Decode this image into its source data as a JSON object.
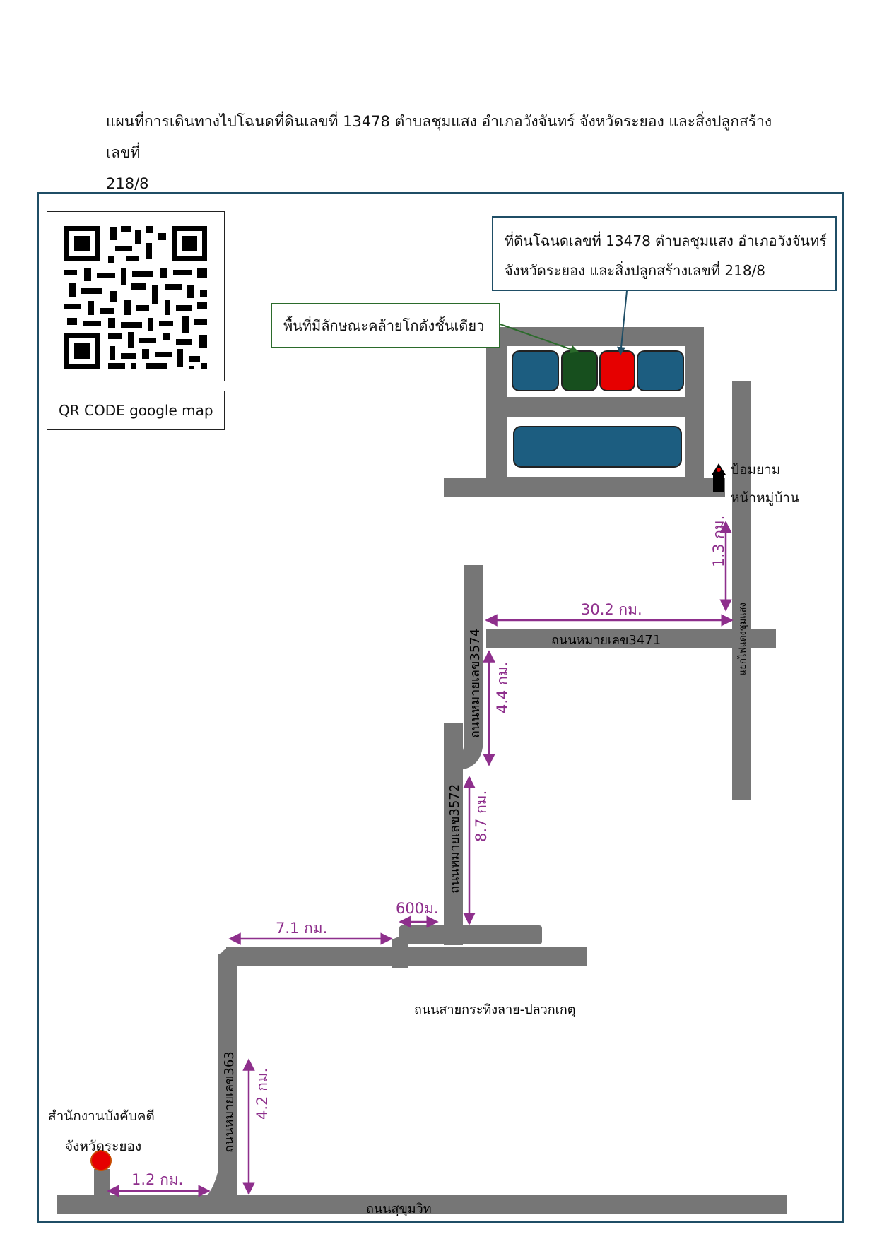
{
  "heading": {
    "line1": "แผนที่การเดินทางไปโฉนดที่ดินเลขที่ 13478 ตำบลชุมแสง อำเภอวังจันทร์ จังหวัดระยอง และสิ่งปลูกสร้าง เลขที่",
    "line2": "218/8"
  },
  "qr": {
    "caption": "QR CODE google map"
  },
  "callouts": {
    "target_line1": "ที่ดินโฉนดเลขที่ 13478 ตำบลชุมแสง อำเภอวังจันทร์",
    "target_line2": "จังหวัดระยอง และสิ่งปลูกสร้างเลขที่ 218/8",
    "similar_area": "พื้นที่มีลักษณะคล้ายโกดังชั้นเดียว"
  },
  "landmarks": {
    "station_line1": "ป้อมยาม",
    "station_line2": "หน้าหมู่บ้าน",
    "office_line1": "สำนักงานบังคับคดี",
    "office_line2": "จังหวัดระยอง"
  },
  "roads": {
    "road3471": "ถนนหมายเลข3471",
    "road3574": "ถนนหมายเลข3574",
    "road3572": "ถนนหมายเลข3572",
    "road363": "ถนนหมายเลข363",
    "krathing": "ถนนสายกระทิงลาย-ปลวกเกตุ",
    "sukhumvit": "ถนนสุขุมวิท",
    "chumsaeng": "แยกไฟแดงชุมแสง"
  },
  "distances": {
    "d1": "1.3 กม.",
    "d2": "30.2 กม.",
    "d3": "4.4 กม.",
    "d4": "8.7 กม.",
    "d5": "600ม.",
    "d6": "7.1 กม.",
    "d7": "4.2 กม.",
    "d8": "1.2 กม."
  },
  "colors": {
    "road": "#767676",
    "building_blue": "#1c5d80",
    "building_green": "#174f1e",
    "target_red": "#e60000",
    "distance": "#8e2f8c",
    "frame": "#1f4e66"
  }
}
